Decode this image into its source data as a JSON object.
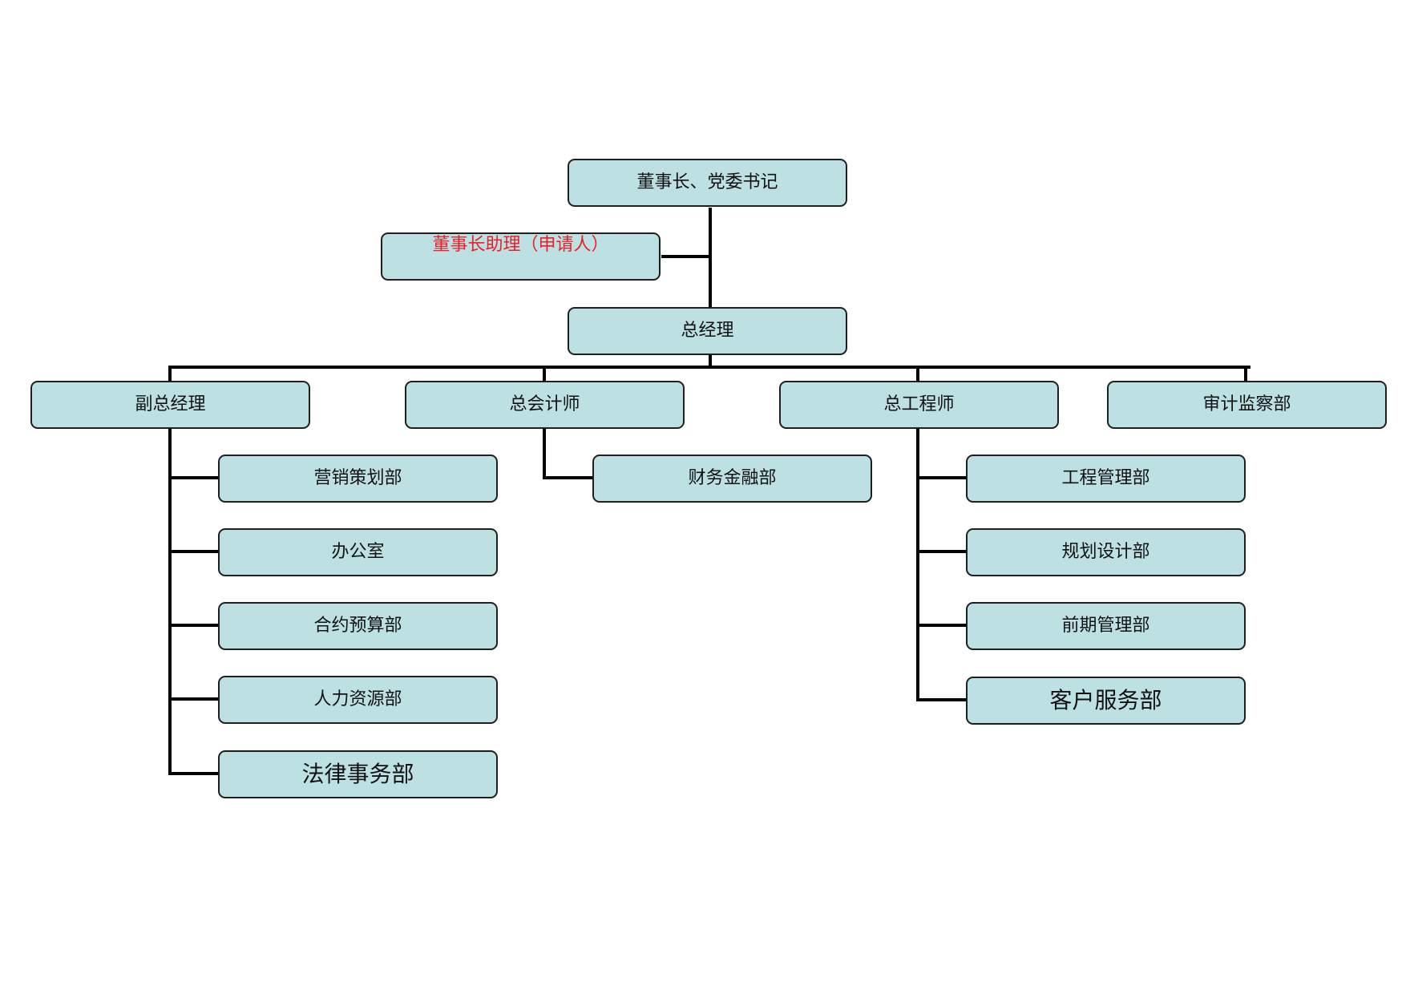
{
  "org_chart": {
    "chairman": "董事长、党委书记",
    "assistant": "董事长助理（申请人）",
    "general_manager": "总经理",
    "level2": {
      "deputy_gm": "副总经理",
      "chief_accountant": "总会计师",
      "chief_engineer": "总工程师",
      "audit": "审计监察部"
    },
    "deputy_gm_depts": [
      "营销策划部",
      "办公室",
      "合约预算部",
      "人力资源部",
      "法律事务部"
    ],
    "chief_accountant_depts": [
      "财务金融部"
    ],
    "chief_engineer_depts": [
      "工程管理部",
      "规划设计部",
      "前期管理部",
      "客户服务部"
    ]
  },
  "colors": {
    "box_fill": "#bde0e3",
    "box_border": "#1f1f1f",
    "connector": "#000000",
    "assistant_text": "#e8202a"
  }
}
